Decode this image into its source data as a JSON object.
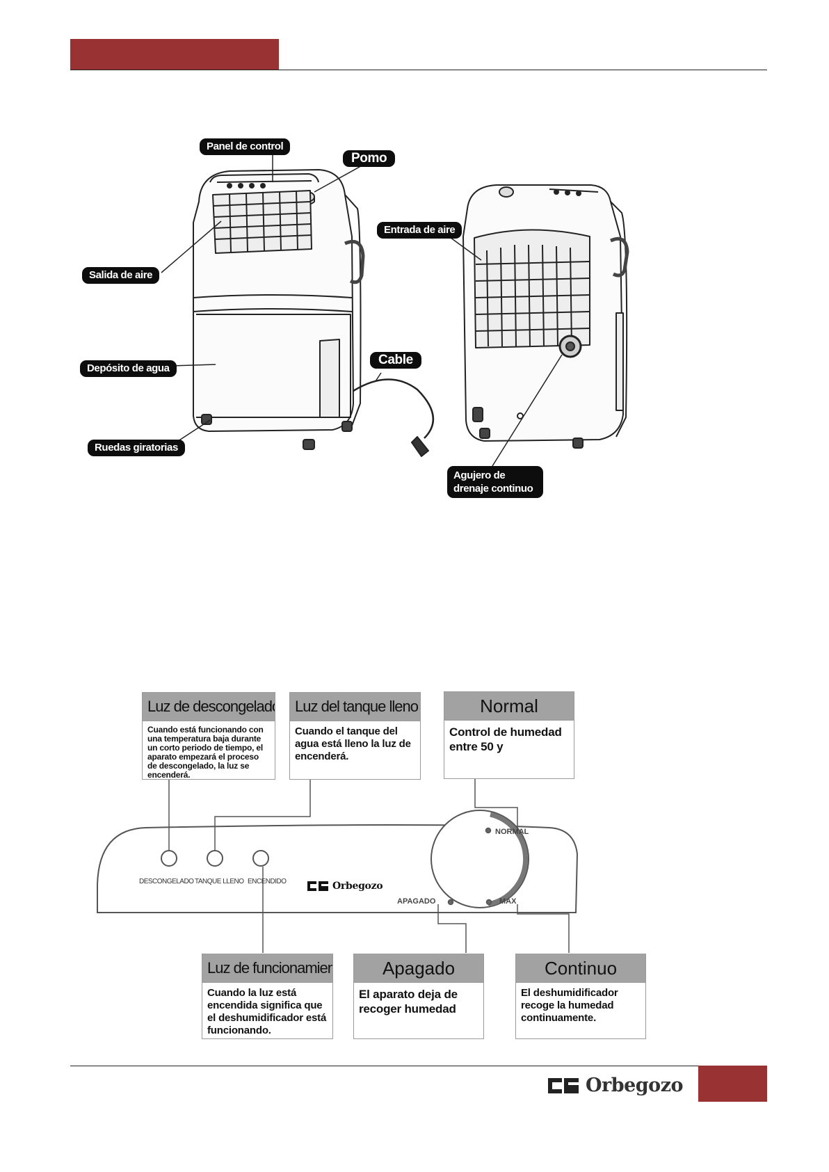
{
  "colors": {
    "brand": "#993333",
    "ink": "#0d0d0d",
    "box_header": "#a2a2a2"
  },
  "brand": {
    "name": "Orbegozo",
    "logo_icon": "orbegozo-logo-icon"
  },
  "illustration_labels": {
    "panel": "Panel de control",
    "knob": "Pomo",
    "air_out": "Salida de aire",
    "water_tank": "Depósito de agua",
    "wheels": "Ruedas giratorias",
    "cable": "Cable",
    "air_in": "Entrada de aire",
    "drain": "Agujero de drenaje continuo"
  },
  "control_panel": {
    "lights": [
      "DESCONGELADO",
      "TANQUE LLENO",
      "ENCENDIDO"
    ],
    "dial": {
      "normal": "NORMAL",
      "off": "APAGADO",
      "max": "MAX"
    },
    "boxes": {
      "defrost": {
        "title": "Luz de descongelado",
        "text": "Cuando está funcionando con una temperatura baja durante un corto periodo de tiempo, el aparato empezará el proceso de descongelado, la luz se encenderá."
      },
      "tank": {
        "title": "Luz del tanque lleno",
        "text": "Cuando el tanque del agua está  lleno la luz de encenderá."
      },
      "normal": {
        "title": "Normal",
        "text": "Control de humedad entre 50 y"
      },
      "running": {
        "title": "Luz de funcionamiento",
        "text": "Cuando la luz está encendida significa que el deshumidificador está funcionando."
      },
      "off": {
        "title": "Apagado",
        "text": "El aparato deja de recoger humedad"
      },
      "continuous": {
        "title": "Continuo",
        "text": "El deshumidificador  recoge la humedad continuamente."
      }
    }
  }
}
